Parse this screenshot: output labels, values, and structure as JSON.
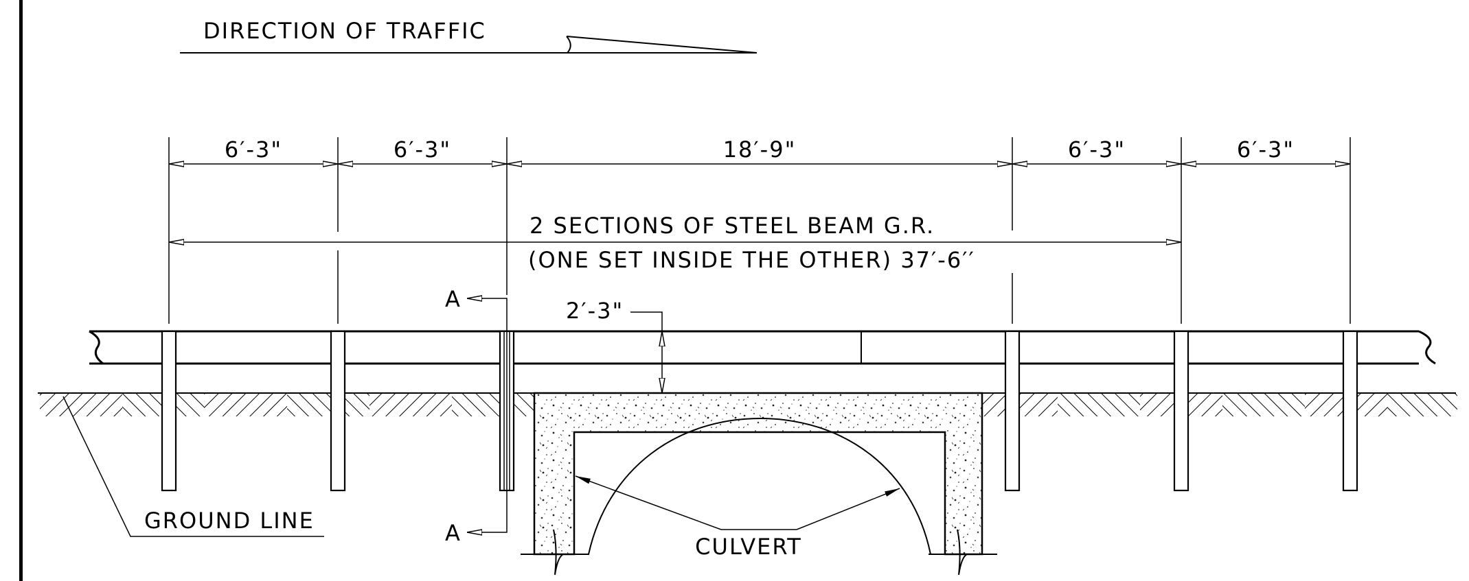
{
  "labels": {
    "direction_of_traffic": "DIRECTION OF TRAFFIC",
    "dim_1": "6′-3\"",
    "dim_2": "6′-3\"",
    "dim_3": "18′-9\"",
    "dim_4": "6′-3\"",
    "dim_5": "6′-3\"",
    "beam_note_line1": "2 SECTIONS OF STEEL BEAM G.R.",
    "beam_note_line2": "(ONE SET INSIDE THE OTHER) 37′-6′′",
    "clearance_dim": "2′-3\"",
    "section_mark_top": "A",
    "section_mark_bottom": "A",
    "ground_line": "GROUND LINE",
    "culvert": "CULVERT"
  }
}
